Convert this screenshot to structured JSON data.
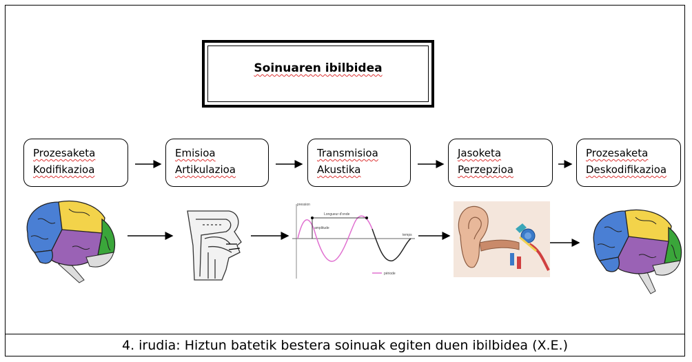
{
  "title": "Soinuaren ibilbidea",
  "stages": [
    {
      "line1": "Prozesaketa",
      "line2": "Kodifikazioa"
    },
    {
      "line1": "Emisioa",
      "line2": "Artikulazioa"
    },
    {
      "line1": "Transmisioa",
      "line2": "Akustika"
    },
    {
      "line1": "Jasoketa",
      "line2": "Perzepzioa"
    },
    {
      "line1": "Prozesaketa",
      "line2": "Deskodifikazioa"
    }
  ],
  "wave_labels": {
    "pression": "pression",
    "longueur": "Longueur d'onde",
    "amplitude": "amplitude",
    "temps": "temps",
    "periode": "période"
  },
  "images": [
    "brain-icon",
    "vocal-tract-icon",
    "sound-wave-graph",
    "ear-icon",
    "brain-icon"
  ],
  "colors": {
    "brain_blue": "#4a7fd4",
    "brain_yellow": "#f3d34a",
    "brain_green": "#3aa63a",
    "brain_purple": "#9a62b5",
    "wave_pink": "#e070d0",
    "ear_skin": "#e8b89a"
  },
  "caption": "4. irudia: Hiztun batetik bestera soinuak egiten duen ibilbidea (X.E.)"
}
